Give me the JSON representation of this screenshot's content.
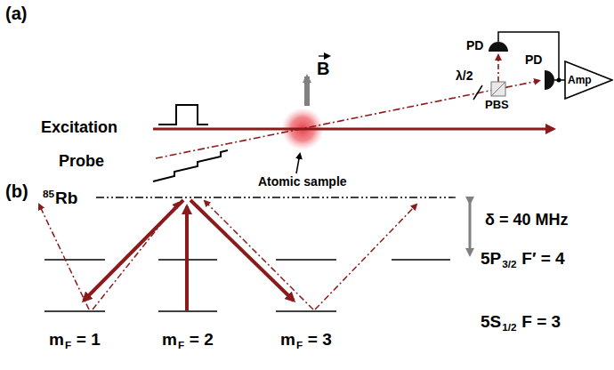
{
  "diagram": {
    "nodes": [
      {
        "text": [
          "Amp"
        ]
      }
    ],
    "labels": [
      "(a)",
      "Excitation",
      "Probe",
      "B",
      "Atomic sample",
      "PD",
      "PD",
      "λ/2",
      "PBS",
      "(b)",
      "85",
      "Rb",
      "δ = 40 MHz",
      "5P",
      "3/2",
      "F′ = 4",
      "5S",
      "1/2",
      "F = 3",
      "m",
      "F",
      "= 1",
      "m",
      "F",
      "= 2",
      "m",
      "F",
      "= 3"
    ]
  }
}
